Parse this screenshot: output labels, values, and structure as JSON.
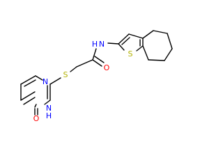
{
  "molecule": {
    "atom_labels": {
      "amide_nitrogen": "N",
      "amide_hydrogen": "H",
      "carbonyl_oxygen": "O",
      "thioether_sulfur": "S",
      "thiophene_sulfur": "S",
      "ring_nitrogen_top": "N",
      "ring_nitrogen_nh": "N",
      "ring_nh_hydrogen": "H",
      "ketone_oxygen": "O"
    },
    "colors": {
      "bond": "#000000",
      "nitrogen": "#0000ff",
      "oxygen": "#ff0000",
      "sulfur": "#b2b200"
    }
  }
}
